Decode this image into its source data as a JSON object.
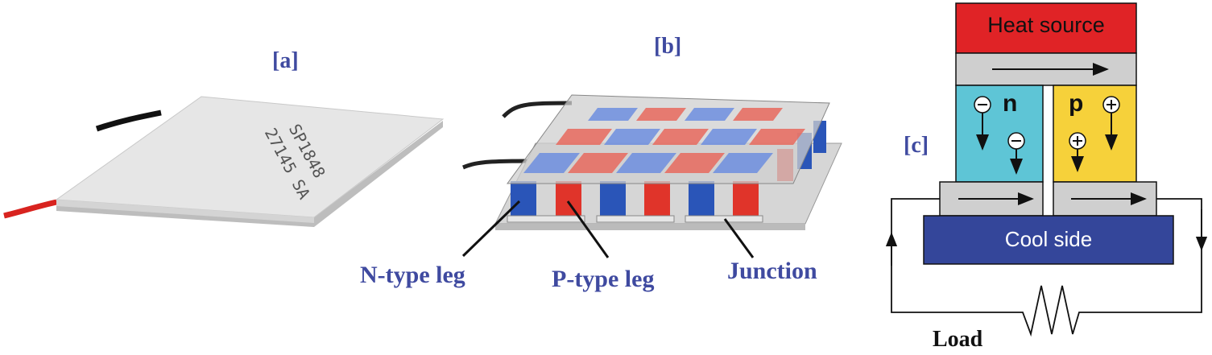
{
  "panels": {
    "a": {
      "label": "[a]",
      "module_text": [
        "SP1848",
        "27145 SA"
      ]
    },
    "b": {
      "label": "[b]",
      "callouts": [
        "N-type leg",
        "P-type leg",
        "Junction"
      ]
    },
    "c": {
      "label": "[c]",
      "heat_source": "Heat source",
      "cool_side": "Cool side",
      "n_label": "n",
      "p_label": "p",
      "load_label": "Load"
    }
  },
  "colors": {
    "label_blue": "#3f4aa0",
    "heat_source": "#e02326",
    "cool_side": "#34469a",
    "n_block": "#5ec5d6",
    "p_block": "#f6d13a",
    "conductor": "#cfcfcf",
    "n_leg": "#2a55b8",
    "p_leg": "#e0342a"
  },
  "icons": [
    "minus-carrier-icon",
    "plus-carrier-icon",
    "arrow-icon",
    "resistor-icon"
  ]
}
